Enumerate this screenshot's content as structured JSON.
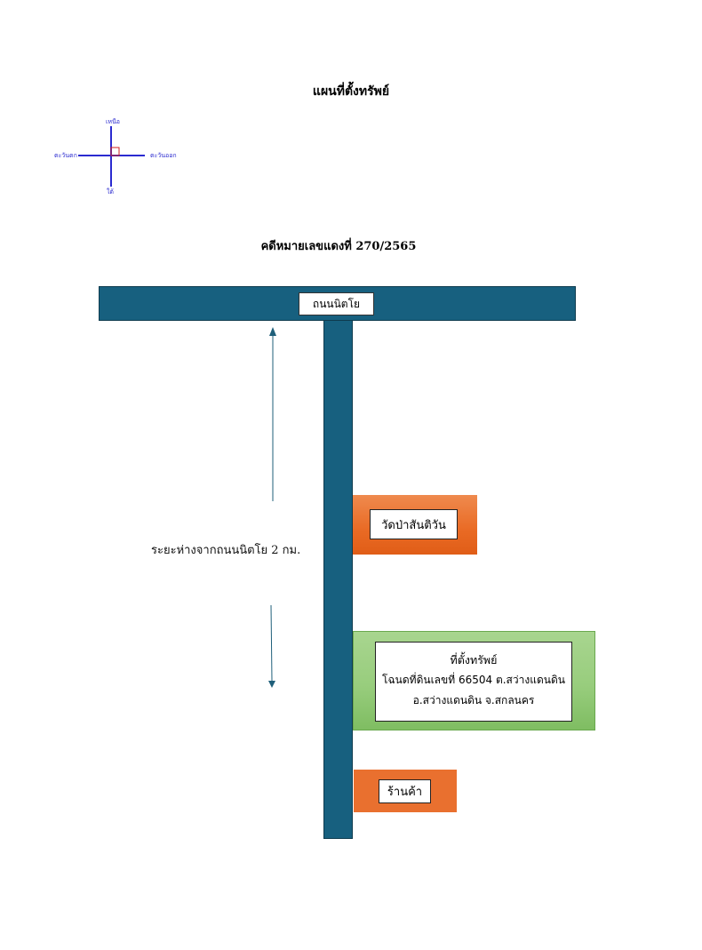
{
  "title": "แผนที่ตั้งทรัพย์",
  "case_number": "คดีหมายเลขแดงที่ 270/2565",
  "compass": {
    "north": "เหนือ",
    "south": "ใต้",
    "east": "ตะวันออก",
    "west": "ตะวันตก"
  },
  "road_label": "ถนนนิตโย",
  "distance_label": "ระยะห่างจากถนนนิตโย  2 กม.",
  "landmarks": {
    "temple": "วัดป่าสันติวัน",
    "property": {
      "heading": "ที่ตั้งทรัพย์",
      "line1": "โฉนดที่ดินเลขที่ 66504 ต.สว่างแดนดิน",
      "line2": "อ.สว่างแดนดิน จ.สกลนคร"
    },
    "shop": "ร้านค้า"
  },
  "colors": {
    "road": "#17607f",
    "temple": "#e96a24",
    "property": "#98cd7d",
    "shop": "#e9702f",
    "compass": "#2b2bd0",
    "arrow": "#1f5f7a"
  }
}
